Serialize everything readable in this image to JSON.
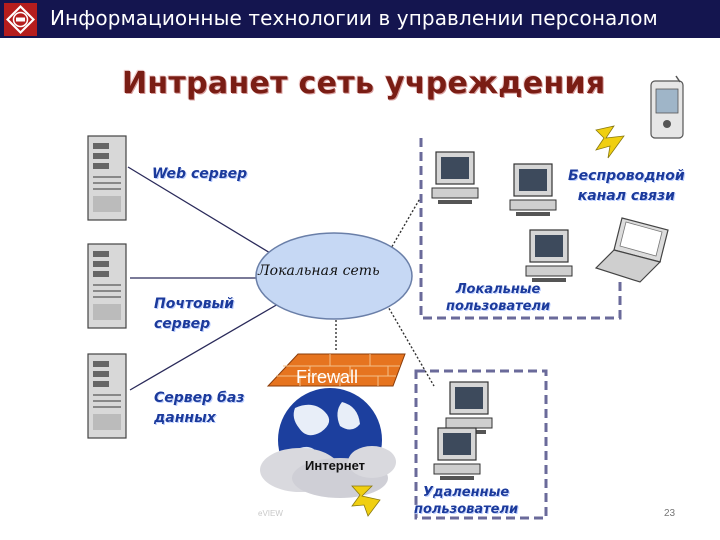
{
  "header": {
    "title": "Информационные технологии в управлении персоналом"
  },
  "slide": {
    "title": "Интранет сеть учреждения",
    "page_number": "23",
    "faint_mark": "eVIEW"
  },
  "labels": {
    "web_server": "Web сервер",
    "mail_server": [
      "Почтовый",
      "сервер"
    ],
    "db_server": [
      "Сервер баз",
      "данных"
    ],
    "local_network": "Локальная сеть",
    "firewall": "Firewall",
    "internet": "Интернет",
    "wireless": [
      "Беспроводной",
      "канал связи"
    ],
    "local_users": [
      "Локальные",
      "пользователи"
    ],
    "remote_users": [
      "Удаленные",
      "пользователи"
    ]
  },
  "colors": {
    "header_bg": "#14154f",
    "title": "#7a1d14",
    "label": "#1b3a9c",
    "ellipse_fill": "#c6d8f4",
    "firewall_fill": "#e6741f"
  },
  "icons": [
    "company-logo-icon",
    "server-icon",
    "desktop-computer-icon",
    "pda-icon",
    "laptop-icon",
    "lightning-icon",
    "internet-cloud-icon"
  ]
}
